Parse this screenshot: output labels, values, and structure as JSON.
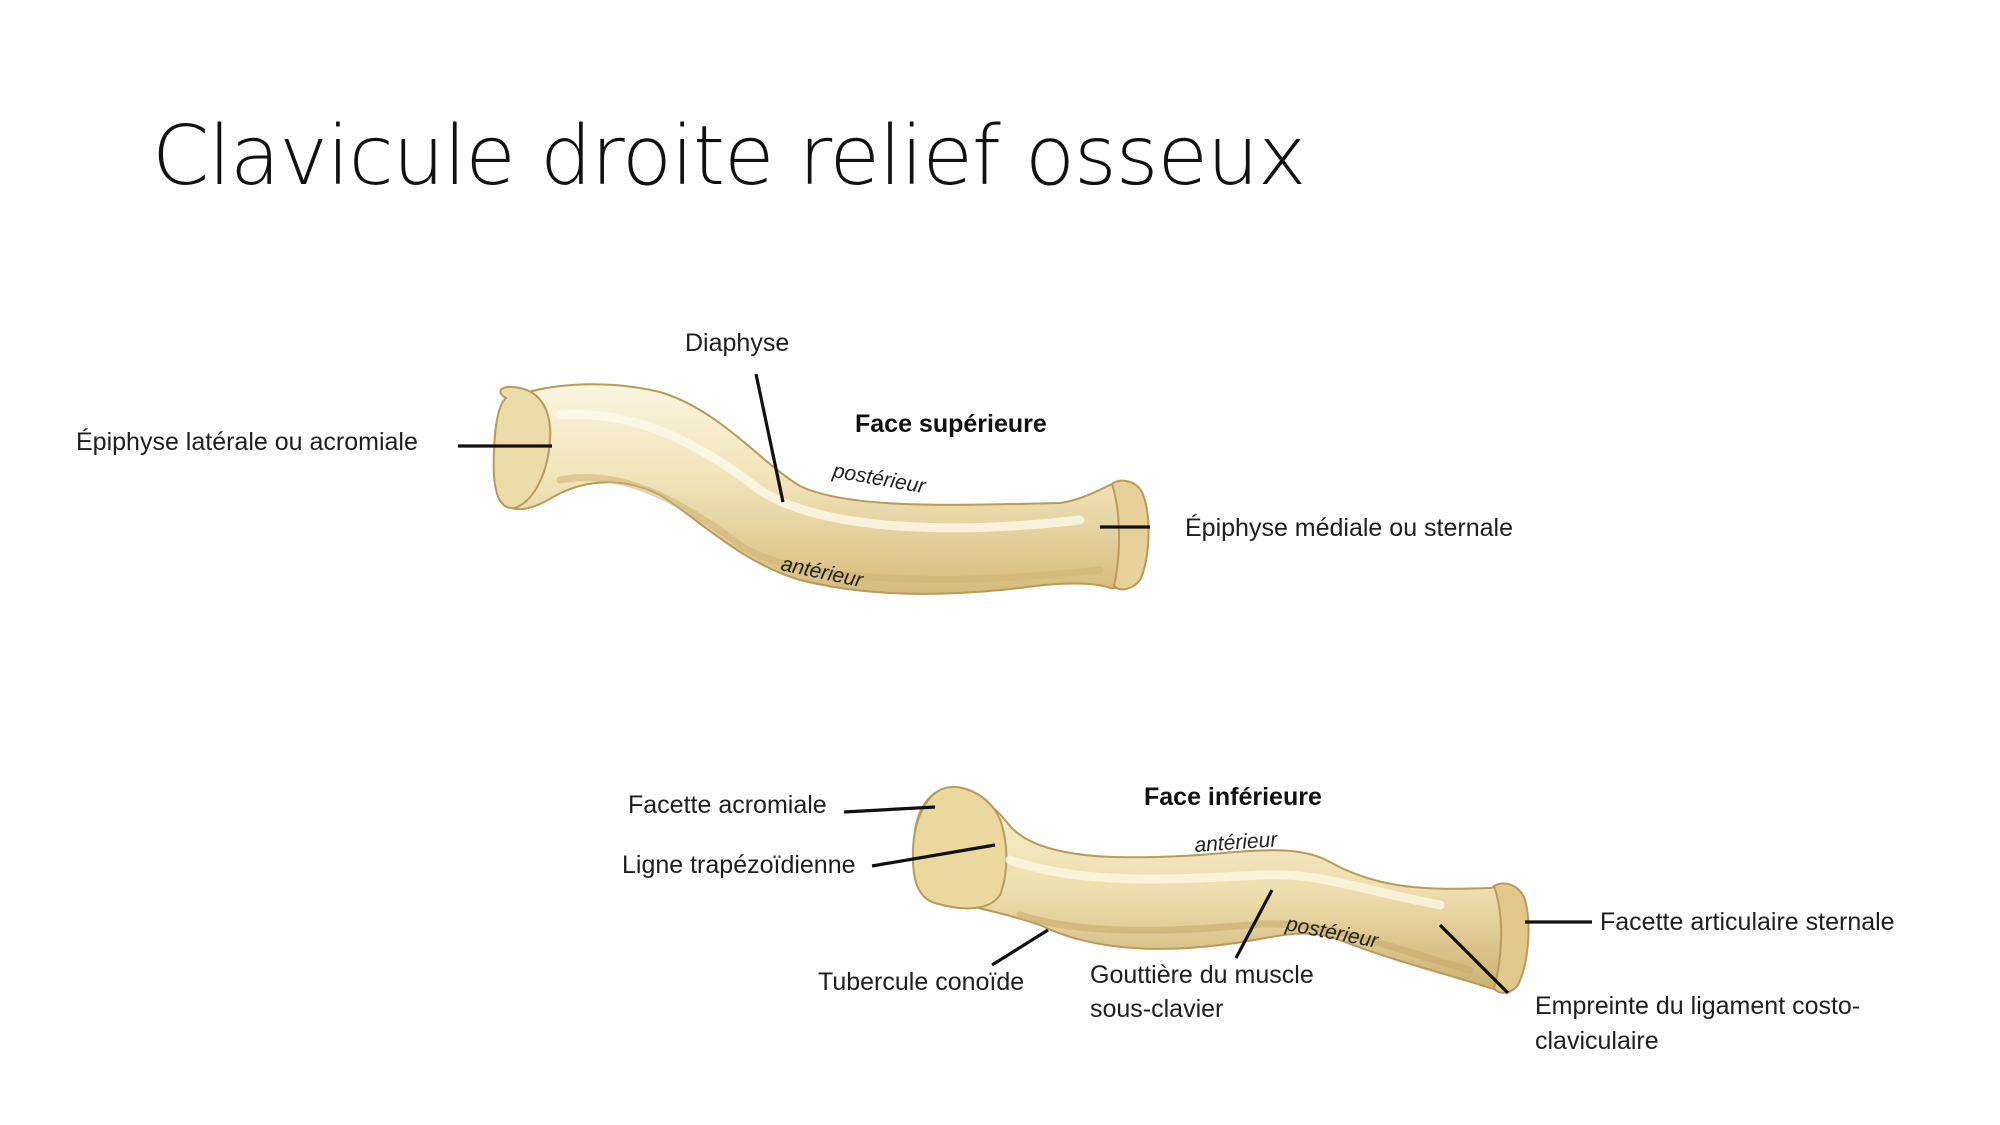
{
  "title": "Clavicule droite relief osseux",
  "face_superieure": {
    "heading": "Face supérieure",
    "orientation_posterior": "postérieur",
    "orientation_anterior": "antérieur",
    "labels": {
      "diaphyse": "Diaphyse",
      "epiphyse_laterale": "Épiphyse latérale ou acromiale",
      "epiphyse_mediale": "Épiphyse médiale ou sternale"
    }
  },
  "face_inferieure": {
    "heading": "Face inférieure",
    "orientation_anterior": "antérieur",
    "orientation_posterior": "postérieur",
    "labels": {
      "facette_acromiale": "Facette acromiale",
      "ligne_trapezoidienne": "Ligne trapézoïdienne",
      "tubercule_conoide": "Tubercule conoïde",
      "gouttiere_line1": "Gouttière du muscle",
      "gouttiere_line2": "sous-clavier",
      "facette_sternale": "Facette articulaire sternale",
      "empreinte_line1": "Empreinte du ligament costo-",
      "empreinte_line2": "claviculaire"
    }
  },
  "colors": {
    "bone": "#efe1b4",
    "bone_shadow": "#c9ab68",
    "bone_light": "#faf3dc",
    "leader": "#111111"
  }
}
